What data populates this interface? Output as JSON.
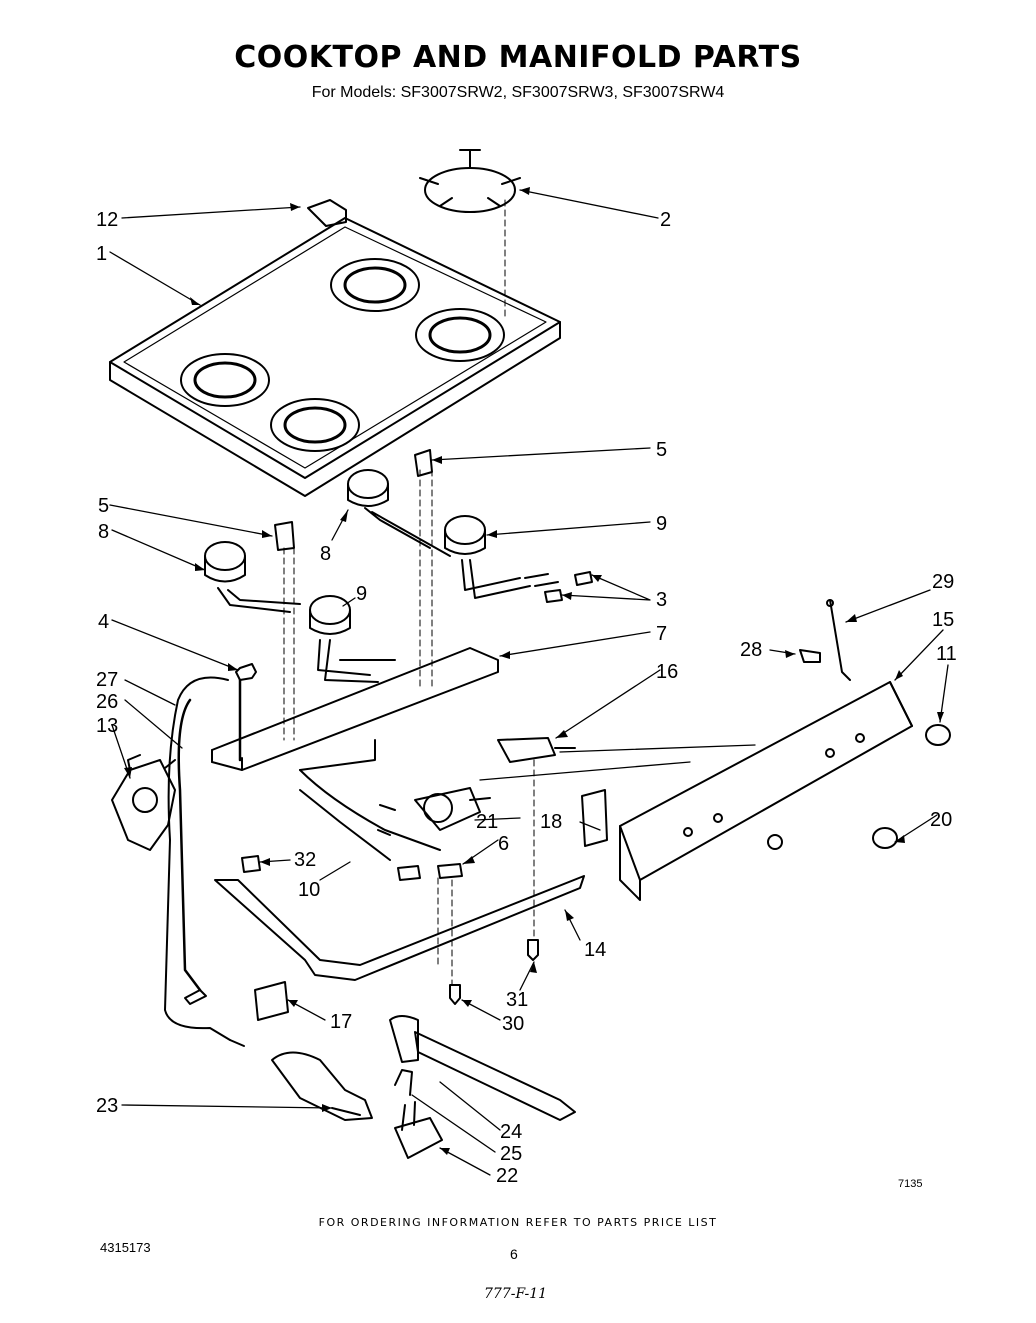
{
  "header": {
    "title": "COOKTOP AND MANIFOLD PARTS",
    "subtitle": "For Models: SF3007SRW2, SF3007SRW3, SF3007SRW4"
  },
  "callouts": {
    "c1": "1",
    "c2": "2",
    "c3": "3",
    "c4": "4",
    "c5a": "5",
    "c5b": "5",
    "c6": "6",
    "c7": "7",
    "c8a": "8",
    "c8b": "8",
    "c9a": "9",
    "c9b": "9",
    "c10": "10",
    "c11": "11",
    "c12": "12",
    "c13": "13",
    "c14": "14",
    "c15": "15",
    "c16": "16",
    "c17": "17",
    "c18": "18",
    "c20": "20",
    "c21": "21",
    "c22": "22",
    "c23": "23",
    "c24": "24",
    "c25": "25",
    "c26": "26",
    "c27": "27",
    "c28": "28",
    "c29": "29",
    "c30": "30",
    "c31": "31",
    "c32": "32"
  },
  "footer": {
    "ordering_note": "FOR ORDERING INFORMATION REFER TO PARTS PRICE LIST",
    "document_number": "4315173",
    "page_number": "6",
    "drawing_code": "7135",
    "handwritten_note": "777-F-11"
  }
}
